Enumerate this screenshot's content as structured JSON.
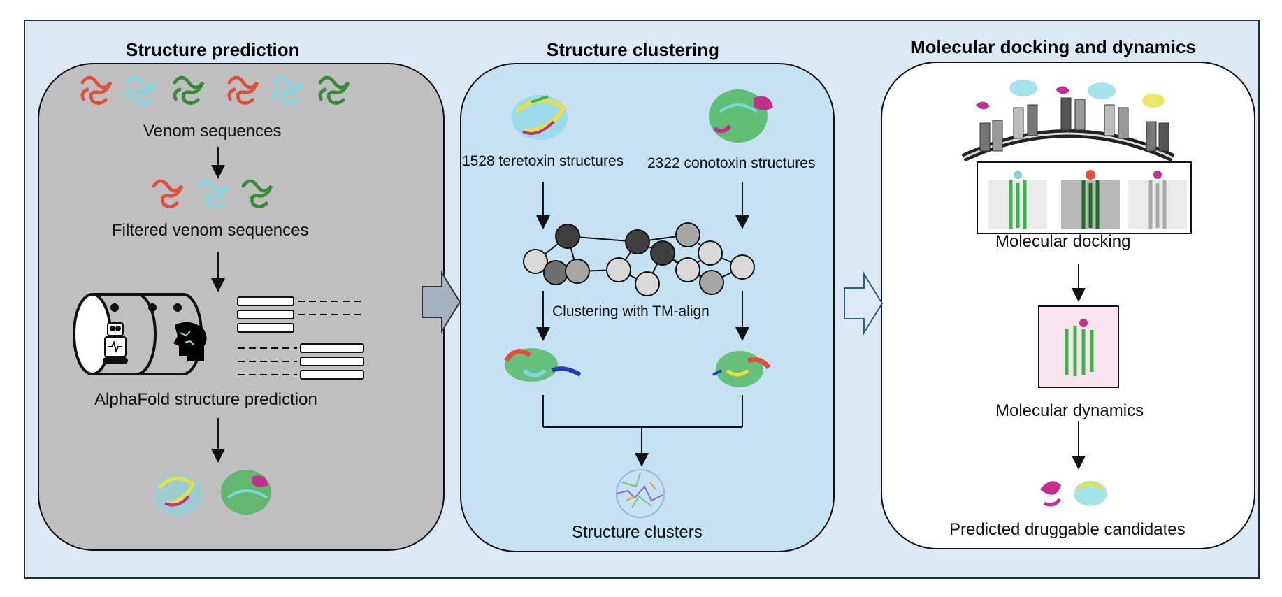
{
  "panels": {
    "structure_prediction": {
      "title": "Structure prediction",
      "venom_sequences": "Venom sequences",
      "filtered_sequences": "Filtered venom sequences",
      "alphafold": "AlphaFold structure prediction"
    },
    "structure_clustering": {
      "title": "Structure clustering",
      "teretoxin": "1528 teretoxin structures",
      "conotoxin": "2322 conotoxin structures",
      "tm_align": "Clustering with TM-align",
      "clusters": "Structure clusters"
    },
    "docking_dynamics": {
      "title": "Molecular docking and dynamics",
      "docking": "Molecular docking",
      "dynamics": "Molecular dynamics",
      "candidates": "Predicted druggable candidates"
    }
  },
  "colors": {
    "background": "#dce8f4",
    "panel_gray": "#bfbfbf",
    "panel_blue": "#c5e1f2",
    "panel_white": "#ffffff",
    "seq_red": "#e0503c",
    "seq_cyan": "#7fd6e0",
    "seq_green": "#3a8a3a",
    "protein_magenta": "#c0308c",
    "protein_green": "#3cb44b",
    "protein_yellow": "#e8e040"
  }
}
